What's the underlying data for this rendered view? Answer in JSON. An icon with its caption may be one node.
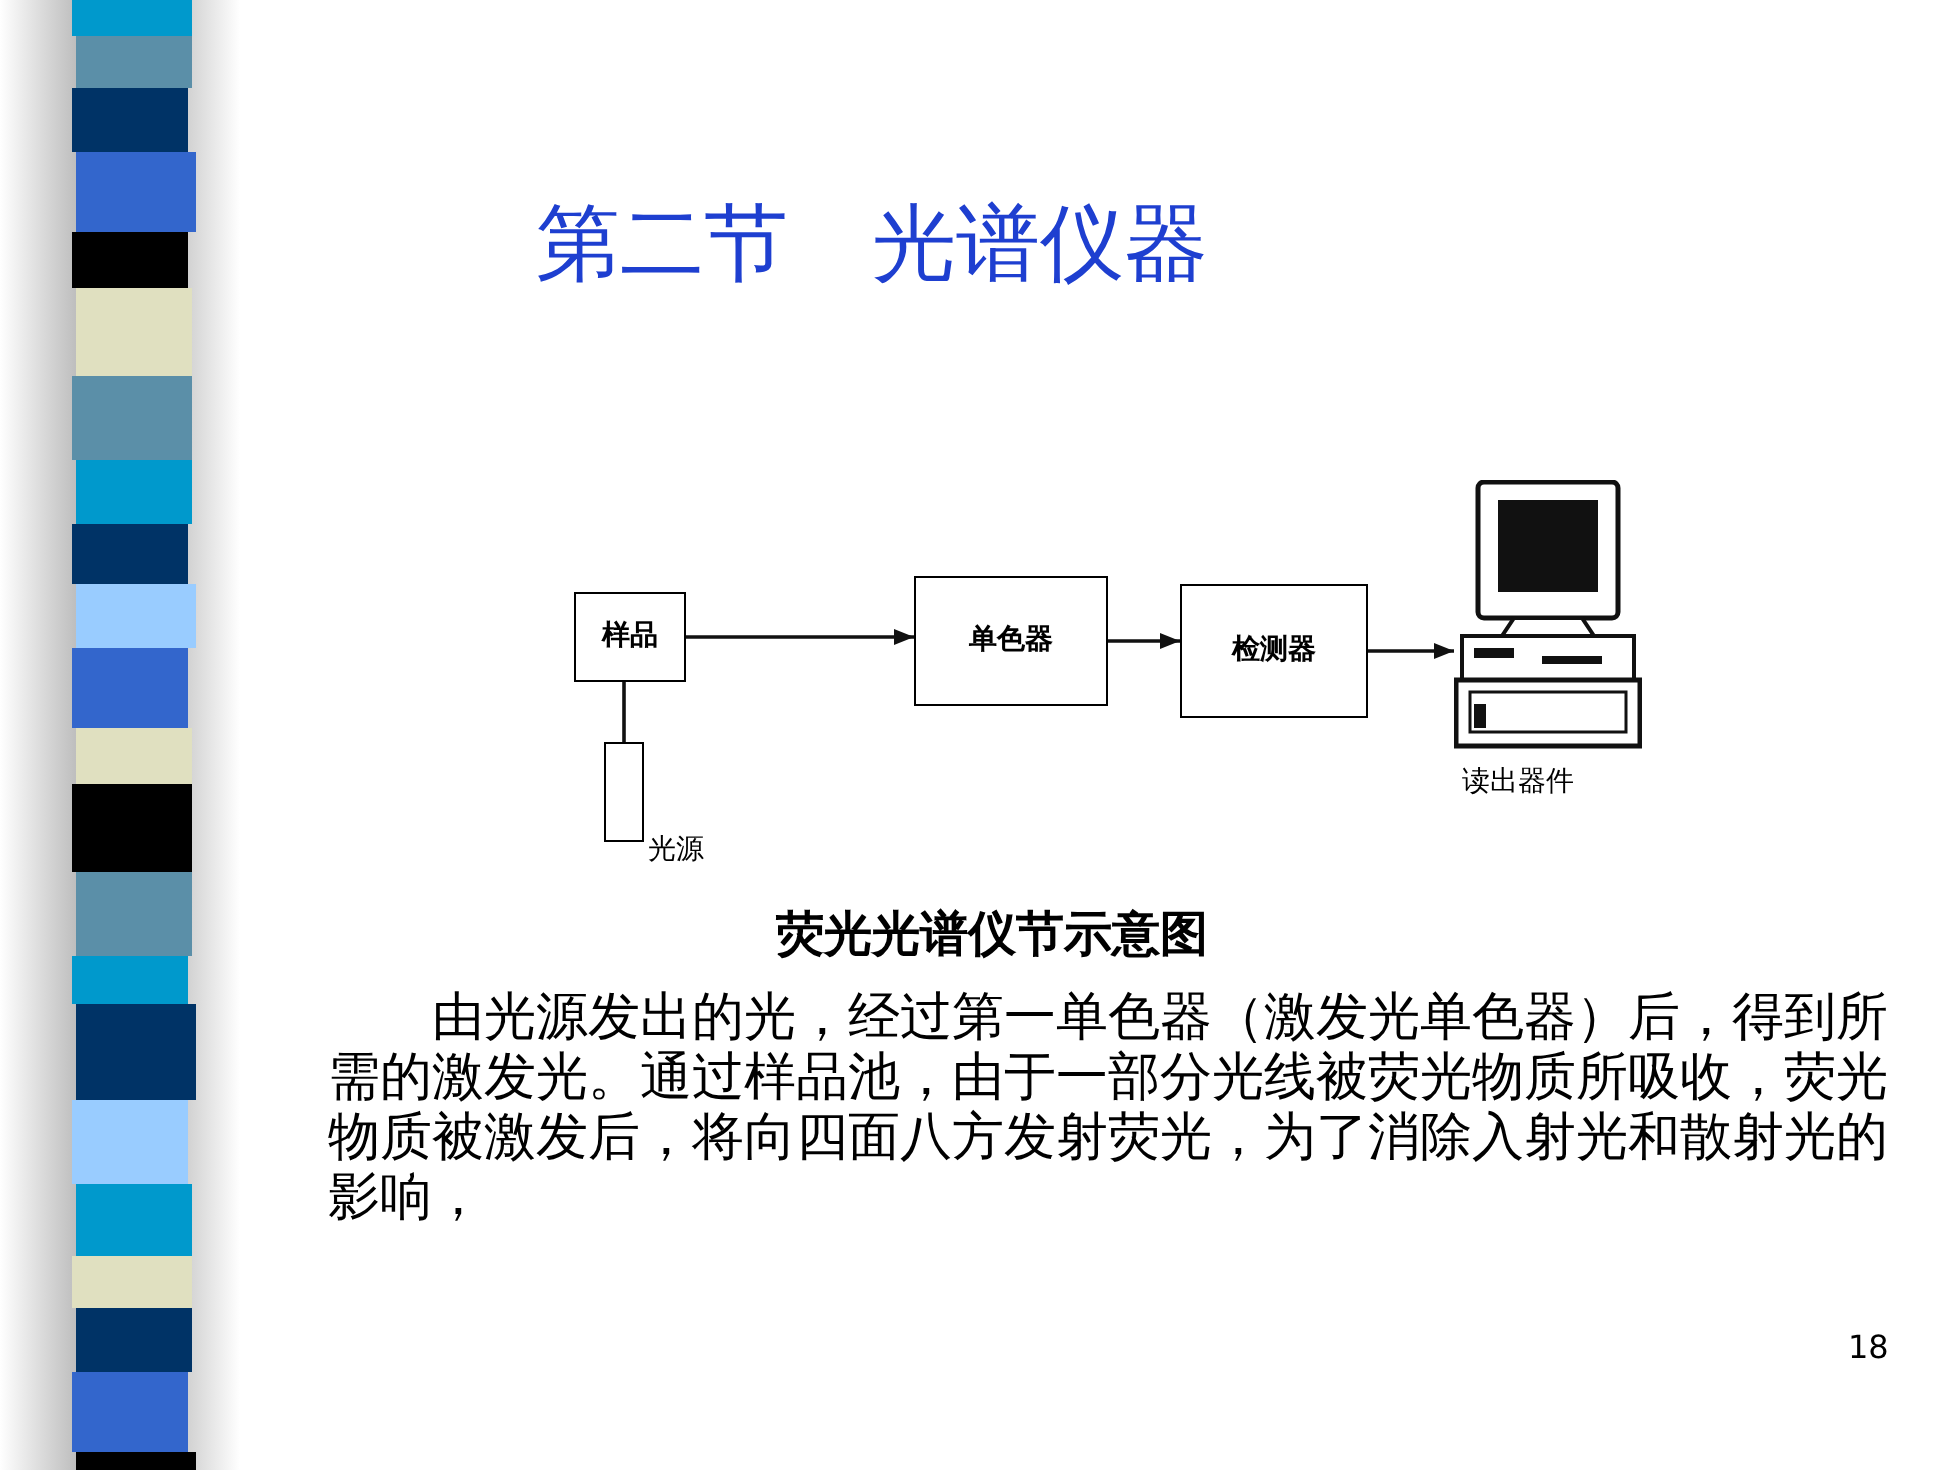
{
  "diagram": {
    "title": "第二节　光谱仪器",
    "caption": "荧光光谱仪节示意图",
    "nodes": [
      {
        "text": [
          "样品"
        ]
      },
      {
        "text": [
          "单色器"
        ]
      },
      {
        "text": [
          "检测器"
        ]
      },
      {
        "text": [],
        "shape": "box",
        "beside": [
          "光源"
        ]
      },
      {
        "text": [],
        "shape": "picture",
        "beside": [
          "读出器件"
        ]
      }
    ],
    "edges": [
      {
        "from": 0,
        "to": 1,
        "arrow": "to"
      },
      {
        "from": 1,
        "to": 2,
        "arrow": "to"
      },
      {
        "from": 2,
        "to": 4,
        "arrow": "to"
      },
      {
        "from": 3,
        "to": 0,
        "arrow": "none"
      }
    ],
    "labels": [
      "由光源发出的光，经过第一单色器（激发光单色器）后，得到所需的激发光。通过样品池，由于一部分光线被荧光物质所吸收，荧光物质被激发后，将向四面八方发射荧光，为了消除入射光和散射光的影响，",
      "18"
    ]
  }
}
